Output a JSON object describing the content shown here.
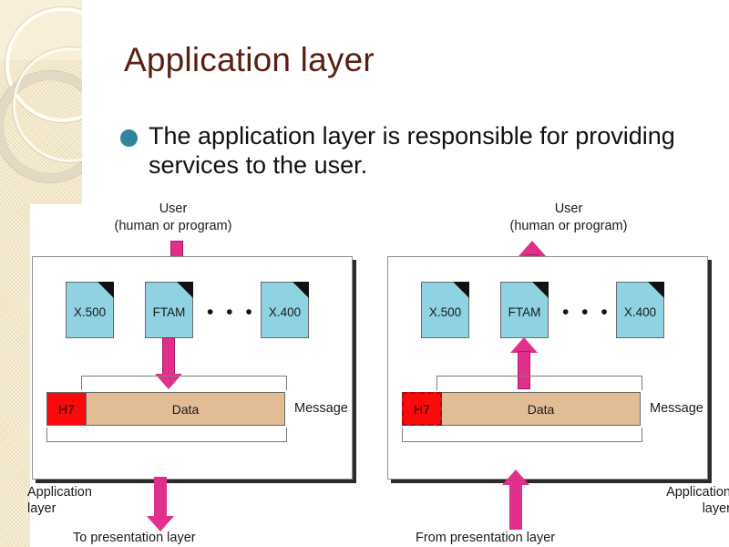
{
  "slide": {
    "title": "Application layer",
    "bullet": "The application layer is responsible for providing services to the user.",
    "bullet_color": "#31859b",
    "title_color": "#5b1f12"
  },
  "colors": {
    "arrow": "#e22f8c",
    "doc_fill": "#8fd2e2",
    "header_fill": "#fa0a0a",
    "data_fill": "#e2bc94",
    "sidebar": "#f3e8c8"
  },
  "diagrams": [
    {
      "id": "sending",
      "user_label_line1": "User",
      "user_label_line2": "(human or program)",
      "docs": [
        "X.500",
        "FTAM",
        "X.400"
      ],
      "ellipsis": "• • •",
      "header_label": "H7",
      "header_dashed": false,
      "data_label": "Data",
      "message_label": "Message",
      "layer_label_line1": "Application",
      "layer_label_line2": "layer",
      "flow_label": "To presentation layer",
      "direction": "down"
    },
    {
      "id": "receiving",
      "user_label_line1": "User",
      "user_label_line2": "(human or program)",
      "docs": [
        "X.500",
        "FTAM",
        "X.400"
      ],
      "ellipsis": "• • •",
      "header_label": "H7",
      "header_dashed": true,
      "data_label": "Data",
      "message_label": "Message",
      "layer_label_line1": "Application",
      "layer_label_line2": "layer",
      "flow_label": "From presentation layer",
      "direction": "up"
    }
  ]
}
